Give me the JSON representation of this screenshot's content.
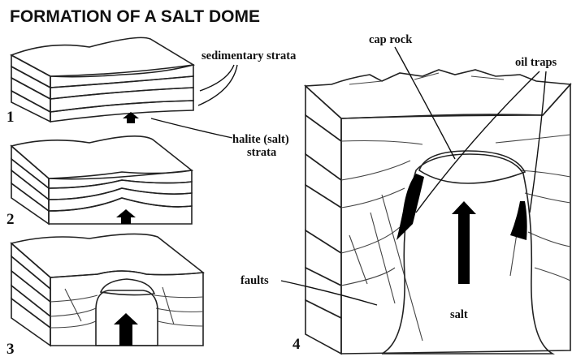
{
  "title": "FORMATION OF A SALT DOME",
  "labels": {
    "sedimentary": "sedimentary strata",
    "halite_line1": "halite (salt)",
    "halite_line2": "strata",
    "cap_rock": "cap rock",
    "oil_traps": "oil traps",
    "faults": "faults",
    "salt": "salt"
  },
  "stages": [
    "1",
    "2",
    "3",
    "4"
  ],
  "colors": {
    "surface": "#c9c08c",
    "pink_strata": "#dcc8d6",
    "gray_strata": "#c6ccd8",
    "salt": "#ffffff",
    "cap_rock": "#eee6c6",
    "oil": "#000000"
  }
}
